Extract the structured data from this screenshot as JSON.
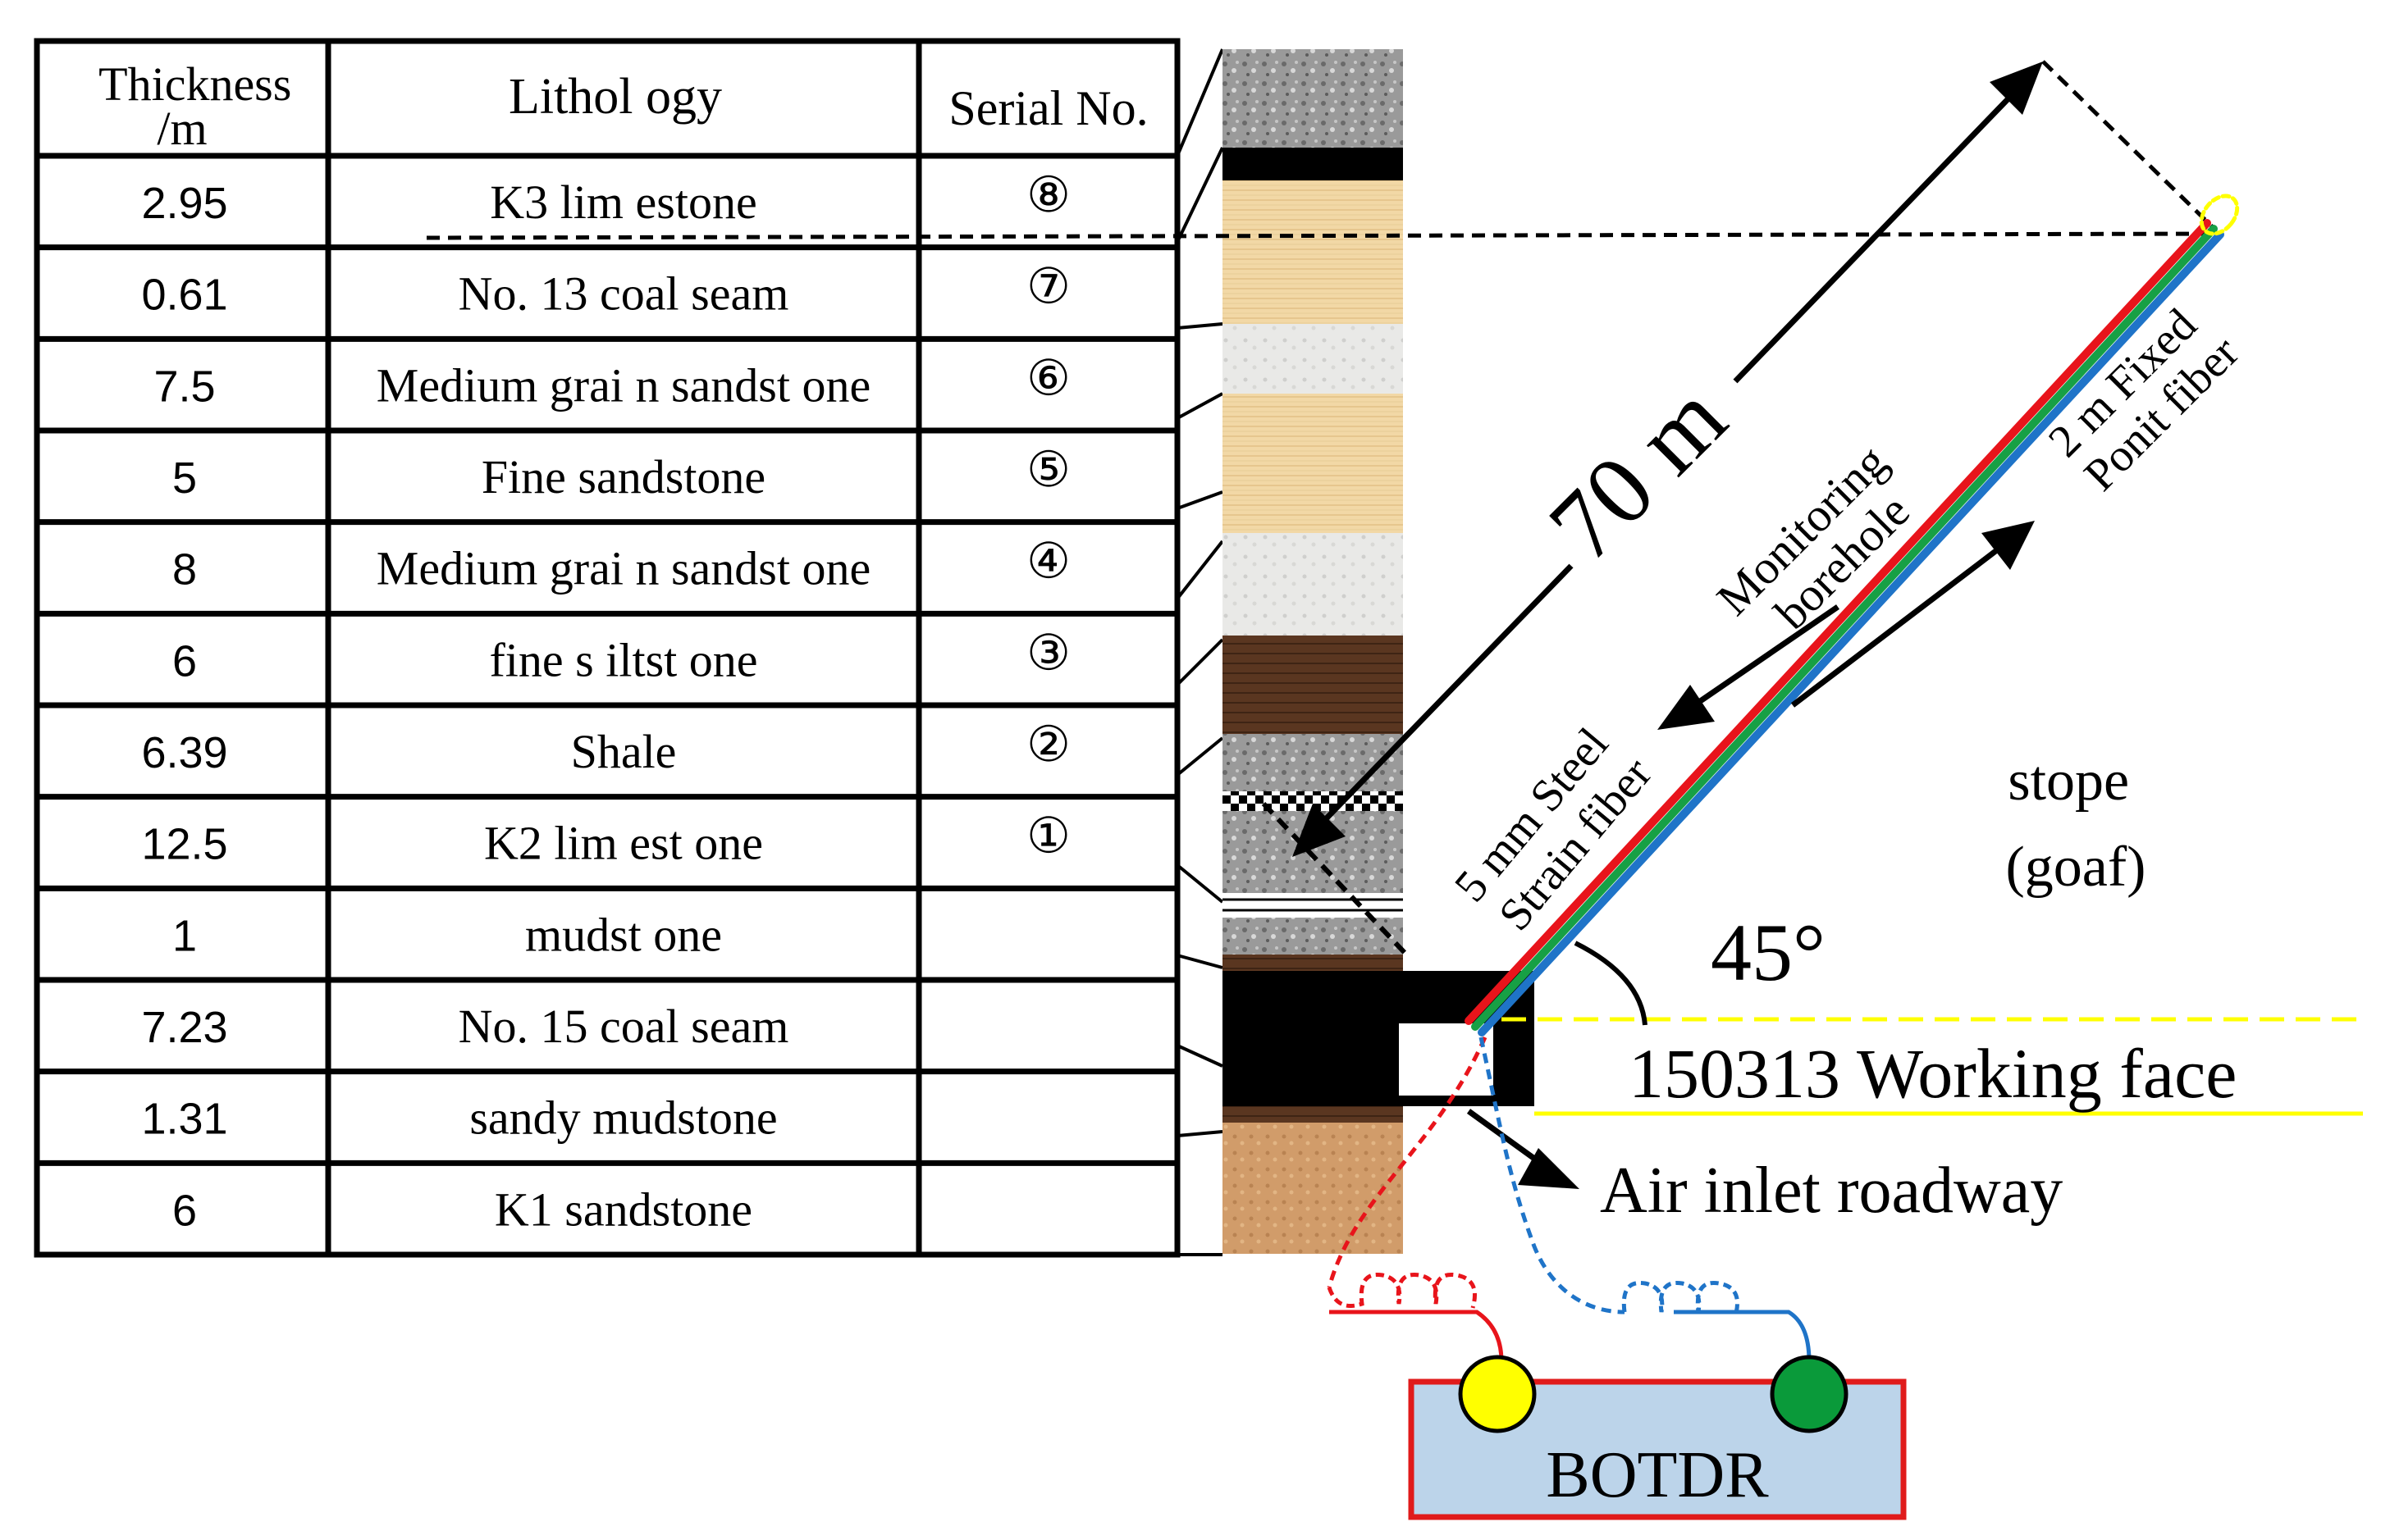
{
  "table": {
    "headers": {
      "thickness": "Thickness\n/m",
      "lithology": "Lithol ogy",
      "serial": "Serial No."
    },
    "rows": [
      {
        "thickness": "2.95",
        "lithology": "K3 lim estone",
        "serial": "⑧"
      },
      {
        "thickness": "0.61",
        "lithology": "No. 13 coal seam",
        "serial": "⑦"
      },
      {
        "thickness": "7.5",
        "lithology": "Medium grai n sandst one",
        "serial": "⑥"
      },
      {
        "thickness": "5",
        "lithology": "Fine sandstone",
        "serial": "⑤"
      },
      {
        "thickness": "8",
        "lithology": "Medium grai n sandst one",
        "serial": "④"
      },
      {
        "thickness": "6",
        "lithology": "fine s iltst one",
        "serial": "③"
      },
      {
        "thickness": "6.39",
        "lithology": "Shale",
        "serial": "②"
      },
      {
        "thickness": "12.5",
        "lithology": "K2 lim est one",
        "serial": "①"
      },
      {
        "thickness": "1",
        "lithology": "mudst one",
        "serial": ""
      },
      {
        "thickness": "7.23",
        "lithology": "No. 15 coal seam",
        "serial": ""
      },
      {
        "thickness": "1.31",
        "lithology": "sandy mudstone",
        "serial": ""
      },
      {
        "thickness": "6",
        "lithology": "K1 sandstone",
        "serial": ""
      }
    ]
  },
  "strata_colors": {
    "k3_limestone": "#8e8e8e",
    "coal": "#000000",
    "medium_sandstone_light": "#dedad3",
    "fine_sandstone": "#f2d8a6",
    "siltstone": "#5a3620",
    "k2_limestone": "#9a9a9a",
    "mudstone": "#b0b0b0",
    "k1_sandstone": "#d19c6a"
  },
  "labels": {
    "length": "70  m",
    "borehole": "Monitoring\nborehole",
    "fixed_fiber": "2 m Fixed\nPonit fiber",
    "steel_fiber": "5 mm Steel\nStrain fiber",
    "stope": "stope\n(goaf)",
    "angle": "45°",
    "working_face": "150313 Working face",
    "air_inlet": "Air inlet roadway",
    "instrument": "BOTDR"
  },
  "colors": {
    "red_fiber": "#e8141b",
    "green_fiber": "#17a045",
    "blue_fiber": "#1f74c8",
    "yellow": "#ffff00",
    "dark_green": "#0a9a3a",
    "botdr_fill": "#bcd4ea",
    "botdr_border": "#e01b1b",
    "working_face_line": "#ffff00"
  }
}
